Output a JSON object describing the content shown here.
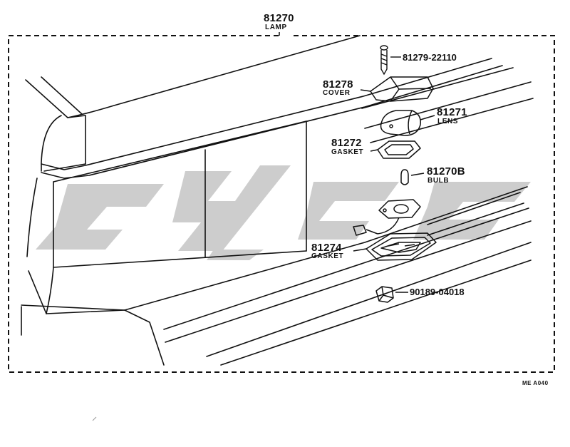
{
  "assembly": {
    "number": "81270",
    "name": "LAMP"
  },
  "parts": [
    {
      "number": "81279-22110",
      "name": ""
    },
    {
      "number": "81278",
      "name": "COVER"
    },
    {
      "number": "81271",
      "name": "LENS"
    },
    {
      "number": "81272",
      "name": "GASKET"
    },
    {
      "number": "81270B",
      "name": "BULB"
    },
    {
      "number": "81274",
      "name": "GASKET"
    },
    {
      "number": "90189-04018",
      "name": ""
    }
  ],
  "reference": "ME  A040",
  "colors": {
    "line": "#111111",
    "watermark": "#c8c8c8"
  }
}
